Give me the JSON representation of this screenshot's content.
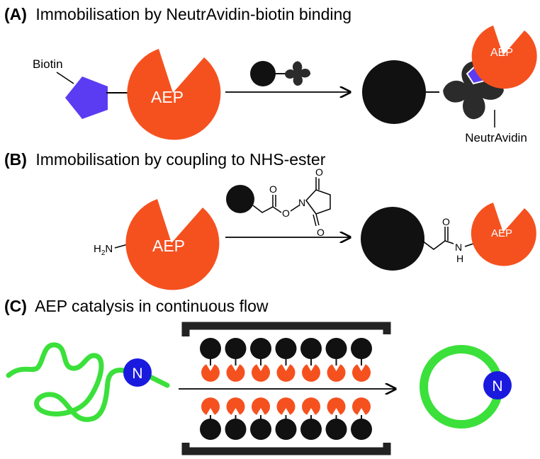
{
  "panels": [
    {
      "letter": "(A)",
      "title": "Immobilisation by NeutrAvidin-biotin binding"
    },
    {
      "letter": "(B)",
      "title": "Immobilisation by coupling to NHS-ester"
    },
    {
      "letter": "(C)",
      "title": "AEP catalysis in continuous flow"
    }
  ],
  "labels": {
    "biotin": "Biotin",
    "aep": "AEP",
    "neutravidin": "NeutrAvidin",
    "amine_h": "H",
    "amine_sub": "2",
    "amine_n": "N",
    "nhs_o": "O",
    "nhs_n": "N",
    "amide_h": "H",
    "n_terminus": "N"
  },
  "colors": {
    "aep": "#f5511f",
    "biotin": "#5c3cf2",
    "bead": "#111111",
    "peptide": "#3be03b",
    "n_terminus": "#1a1adf",
    "wall": "#222222"
  },
  "icons": [
    "bead-icon",
    "neutravidin-icon",
    "aep-enzyme-icon",
    "biotin-icon",
    "peptide-chain-icon",
    "n-terminus-icon"
  ]
}
